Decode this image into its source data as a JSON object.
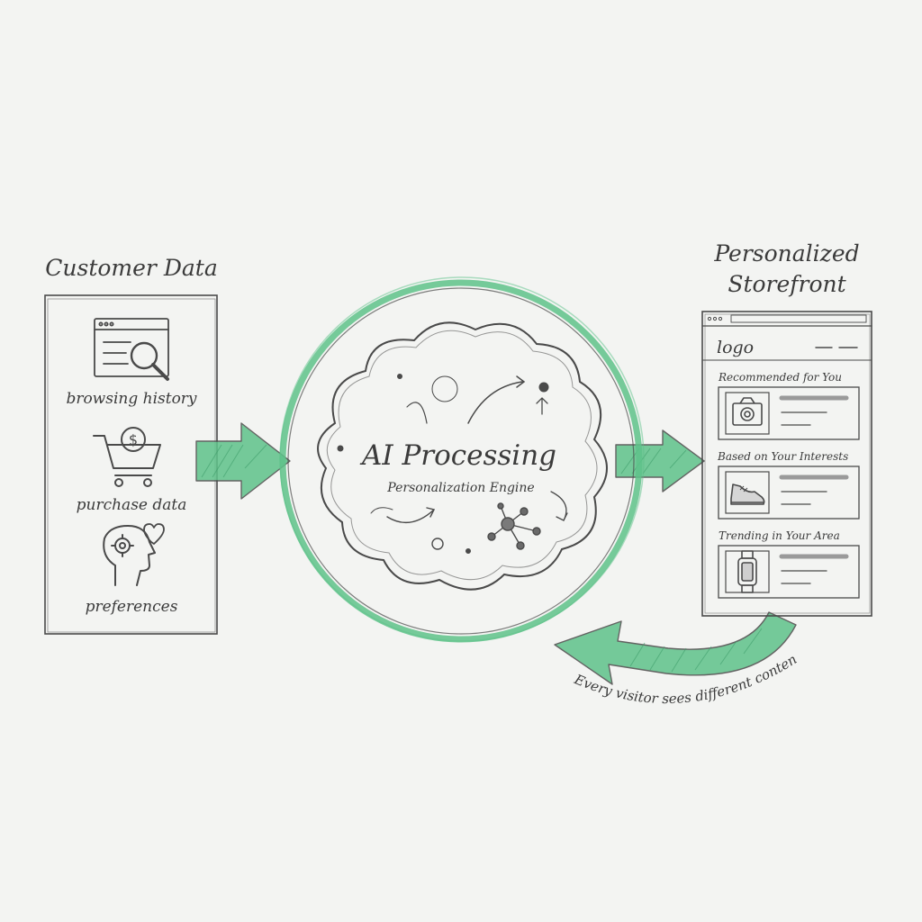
{
  "colors": {
    "accent_green": "#5ec28a",
    "pencil": "#4a4a4a",
    "paper": "#f3f4f2"
  },
  "left_panel": {
    "title": "Customer Data",
    "items": [
      {
        "label": "browsing history",
        "icon": "browser-search-icon"
      },
      {
        "label": "purchase data",
        "icon": "shopping-cart-dollar-icon"
      },
      {
        "label": "preferences",
        "icon": "head-gear-heart-icon"
      }
    ]
  },
  "center": {
    "title": "AI Processing",
    "subtitle": "Personalization Engine",
    "icon": "cloud-network-icon"
  },
  "right_panel": {
    "title_line1": "Personalized",
    "title_line2": "Storefront",
    "logo_text": "logo",
    "sections": [
      {
        "heading": "Recommended for You",
        "icon": "camera-icon"
      },
      {
        "heading": "Based on Your Interests",
        "icon": "sneaker-icon"
      },
      {
        "heading": "Trending in Your Area",
        "icon": "smartwatch-icon"
      }
    ]
  },
  "feedback": {
    "caption": "Every visitor sees different content"
  }
}
